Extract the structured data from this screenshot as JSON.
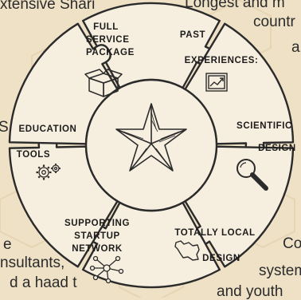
{
  "background_text": {
    "top_left": "xtensive Shari",
    "top_right": "Longest and m",
    "right_1": "countr",
    "right_2": "a",
    "left_s": "S",
    "left_e": "e",
    "bottom_left_1": "nsultants,",
    "bottom_left_2": "d a haad t",
    "bottom_right_co": "Co",
    "bottom_right_system": "system",
    "bottom_right_youth": "and youth"
  },
  "segments": {
    "full_service": {
      "line1": "FULL",
      "line2": "SERVICE",
      "line3": "PACKAGE"
    },
    "past": {
      "line1": "PAST",
      "line2": "EXPERIENCES:"
    },
    "scientific": {
      "line1": "SCIENTIFIC",
      "line2": "DESIGN"
    },
    "totally_local": {
      "line1": "TOTALLY LOCAL",
      "line2": "DESIGN"
    },
    "startup": {
      "line1": "SUPPORTING",
      "line2": "STARTUP",
      "line3": "NETWORK"
    },
    "education": {
      "line1": "EDUCATION",
      "line2": "TOOLS"
    }
  },
  "colors": {
    "background": "#efe1c6",
    "piece_fill": "#f6eede",
    "outline": "#2b2b2b"
  },
  "icons": [
    "box-icon",
    "chart-frame-icon",
    "magnifier-icon",
    "iran-map-icon",
    "network-icon",
    "gears-icon",
    "star-icon"
  ]
}
